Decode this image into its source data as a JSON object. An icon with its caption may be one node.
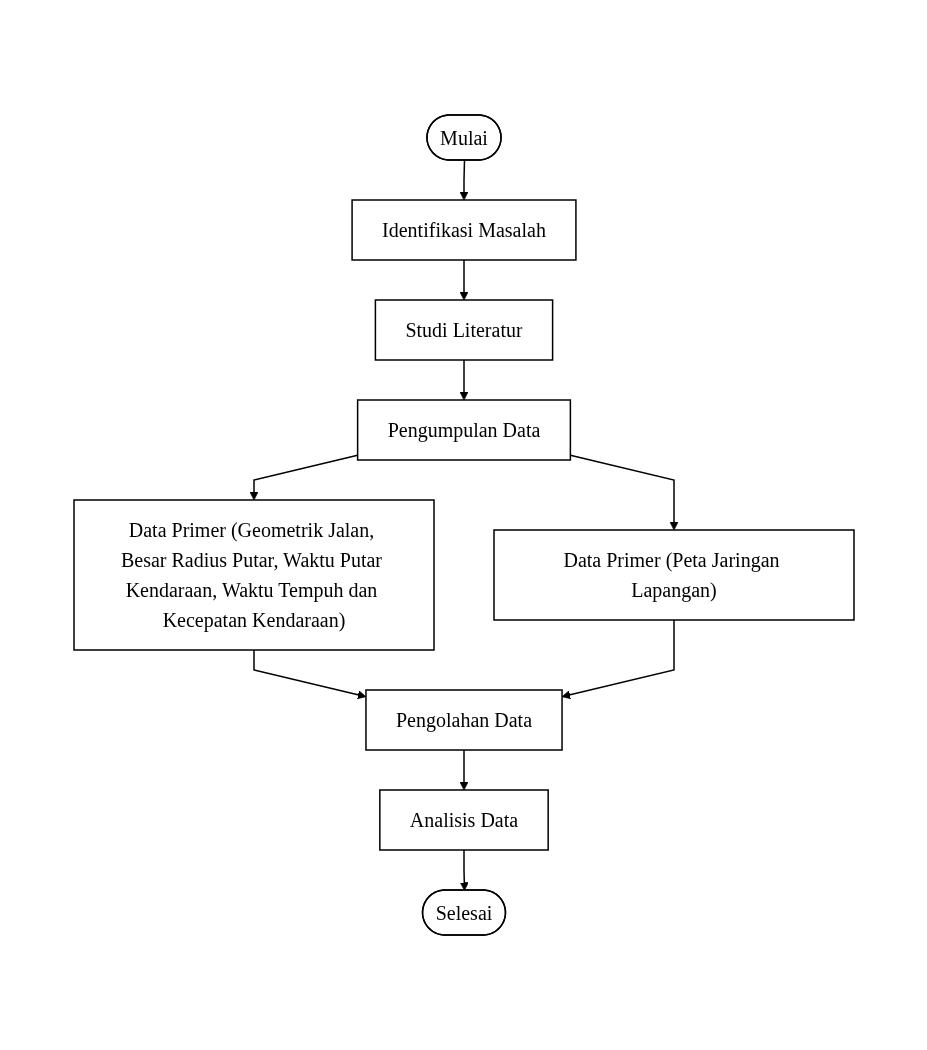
{
  "diagram": {
    "nodes": [
      {
        "text": [
          "Mulai"
        ]
      },
      {
        "text": [
          "Identifikasi Masalah"
        ]
      },
      {
        "text": [
          "Studi Literatur"
        ]
      },
      {
        "text": [
          "Pengumpulan Data"
        ]
      },
      {
        "text": [
          "Data Primer (Geometrik Jalan, Besar Radius Putar, Waktu Putar Kendaraan, Waktu Tempuh dan Kecepatan Kendaraan)"
        ]
      },
      {
        "text": [
          "Data Primer (Peta Jaringan Lapangan)"
        ]
      },
      {
        "text": [
          "Pengolahan Data"
        ]
      },
      {
        "text": [
          "Analisis Data"
        ]
      },
      {
        "text": [
          "Selesai"
        ]
      }
    ],
    "edges": [
      {
        "from": 0,
        "to": 1,
        "arrow": "to"
      },
      {
        "from": 1,
        "to": 2,
        "arrow": "to"
      },
      {
        "from": 2,
        "to": 3,
        "arrow": "to"
      },
      {
        "from": 3,
        "to": 4,
        "arrow": "to"
      },
      {
        "from": 3,
        "to": 5,
        "arrow": "to"
      },
      {
        "from": 4,
        "to": 6,
        "arrow": "to"
      },
      {
        "from": 5,
        "to": 6,
        "arrow": "to"
      },
      {
        "from": 6,
        "to": 7,
        "arrow": "to"
      },
      {
        "from": 7,
        "to": 8,
        "arrow": "to"
      }
    ]
  }
}
